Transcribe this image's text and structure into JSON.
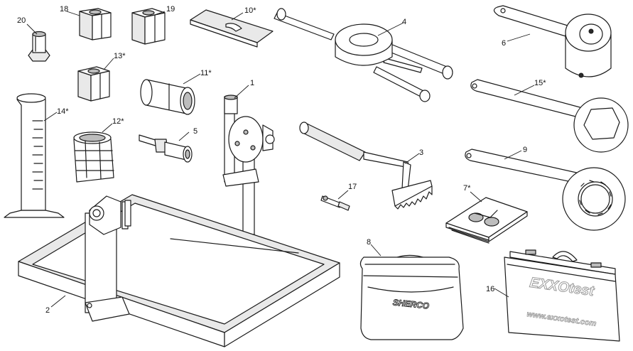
{
  "callouts": {
    "c1": "1",
    "c2": "2",
    "c3": "3",
    "c4": "4",
    "c5": "5",
    "c6": "6",
    "c7": "7*",
    "c8": "8",
    "c9": "9",
    "c10": "10*",
    "c11": "11*",
    "c12": "12*",
    "c13": "13*",
    "c14": "14*",
    "c15": "15*",
    "c16": "16",
    "c17": "17",
    "c18": "18",
    "c19": "19",
    "c20": "20"
  },
  "bag_logo": "SHERCO",
  "case_brand": "EXXOtest",
  "case_url": "www.exxotest.com",
  "colors": {
    "line": "#1a1a1a",
    "fill_light": "#e9e9e9",
    "fill_mid": "#bdbdbd",
    "background": "#ffffff"
  }
}
